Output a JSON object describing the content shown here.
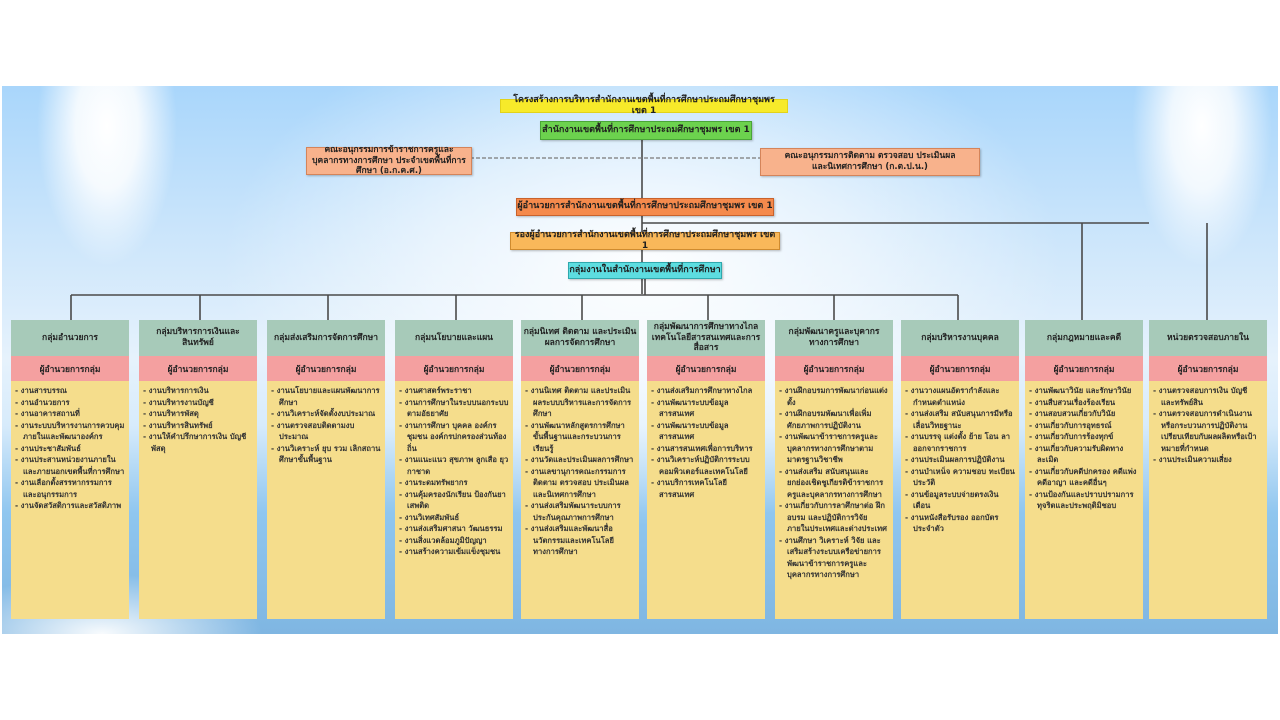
{
  "colors": {
    "title": "#f7ea2a",
    "office": "#6cd24e",
    "committee": "#f8b28c",
    "director": "#f58a4c",
    "deputy": "#f9b85a",
    "groups": "#5ddde0",
    "column_header": "#a7cab9",
    "column_subheader": "#f4a0a0",
    "column_body": "#f5dd8c"
  },
  "chart": {
    "title": "โครงสร้างการบริหารสำนักงานเขตพื้นที่การศึกษาประถมศึกษาชุมพร เขต 1",
    "office": "สำนักงานเขตพื้นที่การศึกษาประถมศึกษาชุมพร เขต 1",
    "committee_left": "คณะอนุกรรมการข้าราชการครูและบุคลากรทางการศึกษา ประจำเขตพื้นที่การศึกษา (อ.ก.ค.ศ.)",
    "committee_right": "คณะอนุกรรมการติดตาม ตรวจสอบ ประเมินผล และนิเทศการศึกษา (ก.ต.ป.น.)",
    "director": "ผู้อำนวยการสำนักงานเขตพื้นที่การศึกษาประถมศึกษาชุมพร เขต 1",
    "deputy": "รองผู้อำนวยการสำนักงานเขตพื้นที่การศึกษาประถมศึกษาชุมพร เขต 1",
    "groups": "กลุ่มงานในสำนักงานเขตพื้นที่การศึกษา"
  },
  "columns": [
    {
      "name": "กลุ่มอำนวยการ",
      "head": "ผู้อำนวยการกลุ่ม",
      "items": [
        "งานสารบรรณ",
        "งานอำนวยการ",
        "งานอาคารสถานที่",
        "งานระบบบริหารงานการควบคุมภายในและพัฒนาองค์กร",
        "งานประชาสัมพันธ์",
        "งานประสานหน่วยงานภายในและภายนอกเขตพื้นที่การศึกษา",
        "งานเลือกตั้งสรรหากรรมการและอนุกรรมการ",
        "งานจัดสวัสดิการและสวัสดิภาพ"
      ]
    },
    {
      "name": "กลุ่มบริหารการเงินและสินทรัพย์",
      "head": "ผู้อำนวยการกลุ่ม",
      "items": [
        "งานบริหารการเงิน",
        "งานบริหารงานบัญชี",
        "งานบริหารพัสดุ",
        "งานบริหารสินทรัพย์",
        "งานให้คำปรึกษาการเงิน บัญชี พัสดุ"
      ]
    },
    {
      "name": "กลุ่มส่งเสริมการจัดการศึกษา",
      "head": "ผู้อำนวยการกลุ่ม",
      "items": [
        "งานนโยบายและแผนพัฒนาการศึกษา",
        "งานวิเคราะห์จัดตั้งงบประมาณ",
        "งานตรวจสอบติดตามงบประมาณ",
        "งานวิเคราะห์ ยุบ รวม เลิกสถานศึกษาขั้นพื้นฐาน"
      ]
    },
    {
      "name": "กลุ่มนโยบายและแผน",
      "head": "ผู้อำนวยการกลุ่ม",
      "items": [
        "งานศาสตร์พระราชา",
        "งานการศึกษาในระบบนอกระบบ ตามอัธยาศัย",
        "งานการศึกษา บุคคล องค์กรชุมชน องค์กรปกครองส่วนท้องถิ่น",
        "งานแนะแนว สุขภาพ ลูกเสือ ยุวกาชาด",
        "งานระดมทรัพยากร",
        "งานคุ้มครองนักเรียน ป้องกันยาเสพติด",
        "งานวิเทศสัมพันธ์",
        "งานส่งเสริมศาสนา วัฒนธรรม",
        "งานสิ่งแวดล้อมภูมิปัญญา",
        "งานสร้างความเข้มแข็งชุมชน"
      ]
    },
    {
      "name": "กลุ่มนิเทศ ติดตาม และประเมินผลการจัดการศึกษา",
      "head": "ผู้อำนวยการกลุ่ม",
      "items": [
        "งานนิเทศ ติดตาม และประเมินผลระบบบริหารและการจัดการศึกษา",
        "งานพัฒนาหลักสูตรการศึกษาขั้นพื้นฐานและกระบวนการเรียนรู้",
        "งานวัดและประเมินผลการศึกษา",
        "งานเลขานุการคณะกรรมการติดตาม ตรวจสอบ ประเมินผลและนิเทศการศึกษา",
        "งานส่งเสริมพัฒนาระบบการประกันคุณภาพการศึกษา",
        "งานส่งเสริมและพัฒนาสื่อนวัตกรรมและเทคโนโลยีทางการศึกษา"
      ]
    },
    {
      "name": "กลุ่มพัฒนาการศึกษาทางไกล เทคโนโลยีสารสนเทศและการสื่อสาร",
      "head": "ผู้อำนวยการกลุ่ม",
      "items": [
        "งานส่งเสริมการศึกษาทางไกล",
        "งานพัฒนาระบบข้อมูลสารสนเทศ",
        "งานพัฒนาระบบข้อมูลสารสนเทศ",
        "งานสารสนเทศเพื่อการบริหาร",
        "งานวิเคราะห์ปฏิบัติการระบบคอมพิวเตอร์และเทคโนโลยี",
        "งานบริการเทคโนโลยีสารสนเทศ"
      ]
    },
    {
      "name": "กลุ่มพัฒนาครูและบุคากรทางการศึกษา",
      "head": "ผู้อำนวยการกลุ่ม",
      "items": [
        "งานฝึกอบรมการพัฒนาก่อนแต่งตั้ง",
        "งานฝึกอบรมพัฒนาเพื่อเพิ่มศักยภาพการปฏิบัติงาน",
        "งานพัฒนาข้าราชการครูและบุคลากรทางการศึกษาตามมาตรฐานวิชาชีพ",
        "งานส่งเสริม สนับสนุนและยกย่องเชิดชูเกียรติข้าราชการครูและบุคลากรทางการศึกษา",
        "งานเกี่ยวกับการลาศึกษาต่อ ฝึกอบรม และปฏิบัติการวิจัยภายในประเทศและต่างประเทศ",
        "งานศึกษา วิเคราะห์ วิจัย และเสริมสร้างระบบเครือข่ายการพัฒนาข้าราชการครูและบุคลากรทางการศึกษา"
      ]
    },
    {
      "name": "กลุ่มบริหารงานบุคคล",
      "head": "ผู้อำนวยการกลุ่ม",
      "items": [
        "งานวางแผนอัตรากำลังและกำหนดตำแหน่ง",
        "งานส่งเสริม สนับสนุนการมีหรือเลื่อนวิทยฐานะ",
        "งานบรรจุ แต่งตั้ง ย้าย โอน ลาออกจากราชการ",
        "งานประเมินผลการปฏิบัติงาน",
        "งานบำเหน็จ ความชอบ ทะเบียน ประวัติ",
        "งานข้อมูลระบบจ่ายตรงเงินเดือน",
        "งานหนังสือรับรอง ออกบัตรประจำตัว"
      ]
    },
    {
      "name": "กลุ่มกฎหมายและคดี",
      "head": "ผู้อำนวยการกลุ่ม",
      "items": [
        "งานพัฒนาวินัย และรักษาวินัย",
        "งานสืบสวนเรื่องร้องเรียน",
        "งานสอบสวนเกี่ยวกับวินัย",
        "งานเกี่ยวกับการอุทธรณ์",
        "งานเกี่ยวกับการร้องทุกข์",
        "งานเกี่ยวกับความรับผิดทางละเมิด",
        "งานเกี่ยวกับคดีปกครอง คดีแพ่ง คดีอาญา และคดีอื่นๆ",
        "งานป้องกันและปราบปรามการทุจริตและประพฤติมิชอบ"
      ]
    },
    {
      "name": "หน่วยตรวจสอบภายใน",
      "head": "ผู้อำนวยการกลุ่ม",
      "items": [
        "งานตรวจสอบการเงิน บัญชี และทรัพย์สิน",
        "งานตรวจสอบการดำเนินงานหรือกระบวนการปฏิบัติงานเปรียบเทียบกับผลผลิตหรือเป้าหมายที่กำหนด",
        "งานประเมินความเสี่ยง"
      ]
    }
  ]
}
